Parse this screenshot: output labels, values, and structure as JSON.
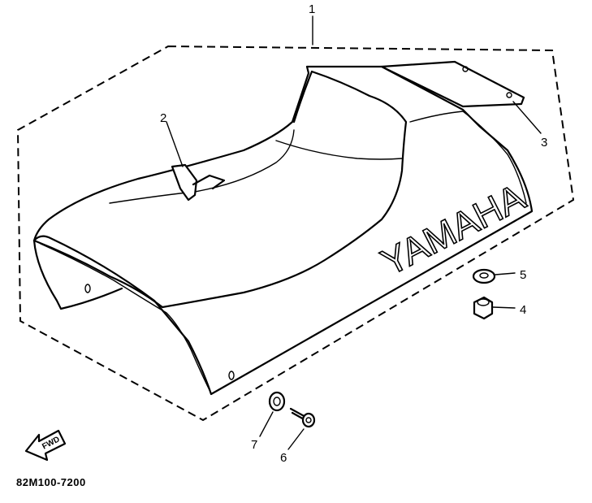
{
  "diagram": {
    "assembly_label": "1",
    "parts": [
      {
        "number": "2"
      },
      {
        "number": "3"
      },
      {
        "number": "4"
      },
      {
        "number": "5"
      },
      {
        "number": "6"
      },
      {
        "number": "7"
      }
    ],
    "brand_text": "YAMAHA",
    "direction_label": "FWD",
    "part_code": "82M100-7200"
  }
}
